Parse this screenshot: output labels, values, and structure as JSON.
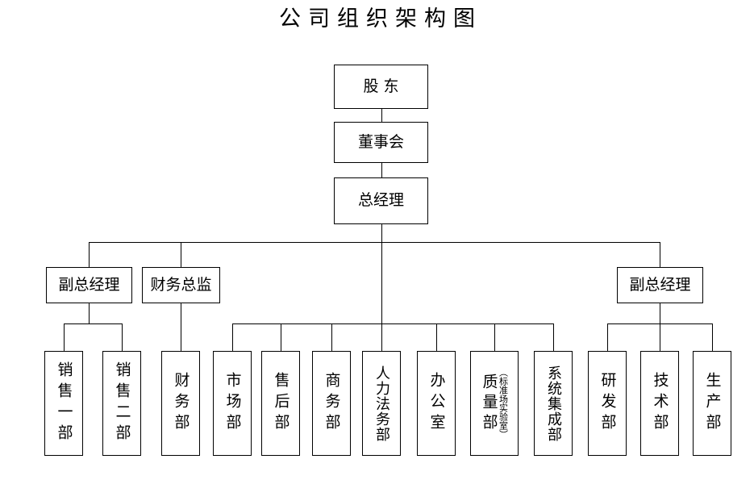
{
  "title": "公司组织架构图",
  "chart_data": {
    "type": "diagram",
    "diagram_kind": "organization-chart",
    "title": "公司组织架构图",
    "orientation": "top-down",
    "levels": [
      {
        "level": 1,
        "nodes": [
          {
            "id": "shareholders",
            "label": "股 东",
            "text_flow": "horizontal"
          }
        ]
      },
      {
        "level": 2,
        "nodes": [
          {
            "id": "board",
            "label": "董事会",
            "text_flow": "horizontal"
          }
        ]
      },
      {
        "level": 3,
        "nodes": [
          {
            "id": "gm",
            "label": "总经理",
            "text_flow": "horizontal"
          }
        ]
      },
      {
        "level": 4,
        "nodes": [
          {
            "id": "vgm-left",
            "label": "副总经理",
            "text_flow": "horizontal"
          },
          {
            "id": "cfo",
            "label": "财务总监",
            "text_flow": "horizontal"
          },
          {
            "id": "vgm-right",
            "label": "副总经理",
            "text_flow": "horizontal"
          }
        ]
      },
      {
        "level": 5,
        "nodes": [
          {
            "id": "sales-1",
            "label": "销售一部",
            "text_flow": "vertical",
            "parent": "vgm-left"
          },
          {
            "id": "sales-2",
            "label": "销售二部",
            "text_flow": "vertical",
            "parent": "vgm-left"
          },
          {
            "id": "finance",
            "label": "财务部",
            "text_flow": "vertical",
            "parent": "cfo"
          },
          {
            "id": "marketing",
            "label": "市场部",
            "text_flow": "vertical",
            "parent": "gm"
          },
          {
            "id": "after-sales",
            "label": "售后部",
            "text_flow": "vertical",
            "parent": "gm"
          },
          {
            "id": "business",
            "label": "商务部",
            "text_flow": "vertical",
            "parent": "gm"
          },
          {
            "id": "hr-legal",
            "label": "人力法务部",
            "text_flow": "vertical",
            "parent": "gm"
          },
          {
            "id": "office",
            "label": "办公室",
            "text_flow": "vertical",
            "parent": "gm"
          },
          {
            "id": "quality",
            "label": "质量部",
            "sublabel": "（标准场实验室）",
            "text_flow": "vertical",
            "parent": "gm"
          },
          {
            "id": "system-integration",
            "label": "系统集成部",
            "text_flow": "vertical",
            "parent": "gm"
          },
          {
            "id": "rnd",
            "label": "研发部",
            "text_flow": "vertical",
            "parent": "vgm-right"
          },
          {
            "id": "technology",
            "label": "技术部",
            "text_flow": "vertical",
            "parent": "vgm-right"
          },
          {
            "id": "production",
            "label": "生产部",
            "text_flow": "vertical",
            "parent": "vgm-right"
          }
        ]
      }
    ],
    "colors": {
      "background": "#ffffff",
      "box_fill": "#ffffff",
      "line": "#000000",
      "text": "#000000"
    }
  },
  "nodes": {
    "shareholders": "股 东",
    "board": "董事会",
    "gm": "总经理",
    "vgm_left": "副总经理",
    "cfo": "财务总监",
    "vgm_right": "副总经理",
    "sales_1": "销售一部",
    "sales_2": "销售二部",
    "finance": "财务部",
    "marketing": "市场部",
    "after_sales": "售后部",
    "business": "商务部",
    "hr_legal": "人力法务部",
    "office": "办公室",
    "quality": "质量部",
    "quality_sub": "（标准场实验室）",
    "system_integration": "系统集成部",
    "rnd": "研发部",
    "technology": "技术部",
    "production": "生产部"
  }
}
